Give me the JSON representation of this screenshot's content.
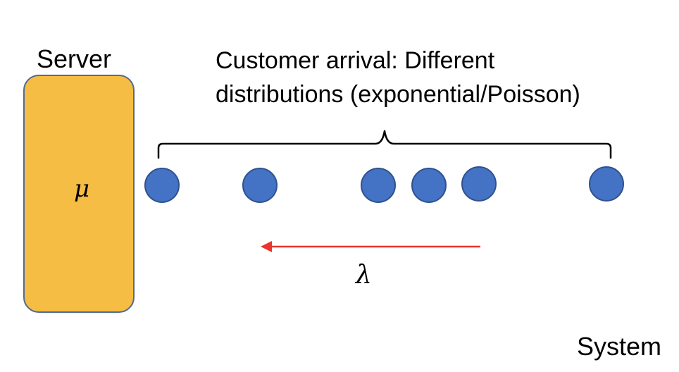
{
  "server": {
    "label": "Server",
    "service_rate": "μ",
    "fill_color": "#f5bd43"
  },
  "arrival": {
    "caption_line1": "Customer arrival: Different",
    "caption_line2": "distributions (exponential/Poisson)",
    "rate": "λ",
    "arrow_color": "#e8352d",
    "customer_color": "#4472c4"
  },
  "system": {
    "label": "System"
  }
}
